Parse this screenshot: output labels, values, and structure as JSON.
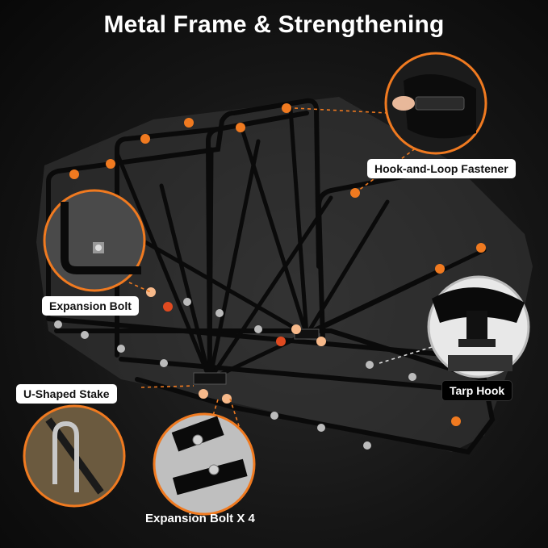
{
  "title": "Metal Frame & Strengthening",
  "callouts": {
    "hook_loop": "Hook-and-Loop Fastener",
    "expansion_bolt": "Expansion Bolt",
    "u_stake": "U-Shaped Stake",
    "tarp_hook": "Tarp Hook",
    "expansion_bolt_x4": "Expansion Bolt X 4"
  },
  "colors": {
    "accent_orange": "#f07a20",
    "light_orange": "#f7b98a",
    "frame_black": "#0a0a0a",
    "label_bg": "#ffffff"
  }
}
